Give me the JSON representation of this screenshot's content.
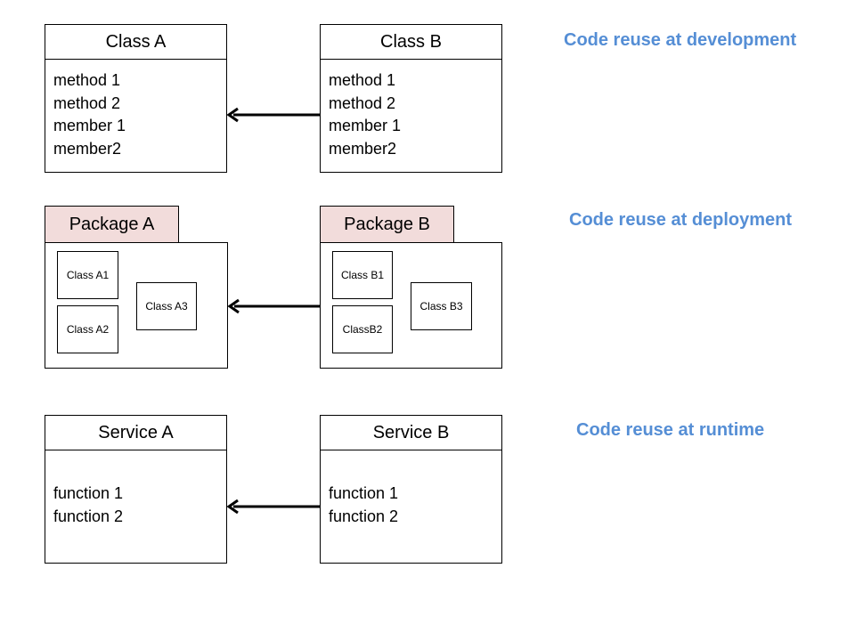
{
  "colors": {
    "caption": "#558ed5",
    "package_tab": "#f2dcdb",
    "line": "#000000"
  },
  "row1": {
    "class_a": {
      "title": "Class A",
      "lines": [
        "method 1",
        "method 2",
        "member 1",
        "member2"
      ]
    },
    "class_b": {
      "title": "Class B",
      "lines": [
        "method 1",
        "method 2",
        "member 1",
        "member2"
      ]
    },
    "caption": "Code reuse at development"
  },
  "row2": {
    "package_a": {
      "title": "Package A",
      "classes": [
        "Class A1",
        "Class A2",
        "Class A3"
      ]
    },
    "package_b": {
      "title": "Package B",
      "classes": [
        "Class B1",
        "ClassB2",
        "Class B3"
      ]
    },
    "caption": "Code reuse at deployment"
  },
  "row3": {
    "service_a": {
      "title": "Service A",
      "lines": [
        "function 1",
        "function 2"
      ]
    },
    "service_b": {
      "title": "Service B",
      "lines": [
        "function 1",
        "function 2"
      ]
    },
    "caption": "Code reuse at runtime"
  }
}
